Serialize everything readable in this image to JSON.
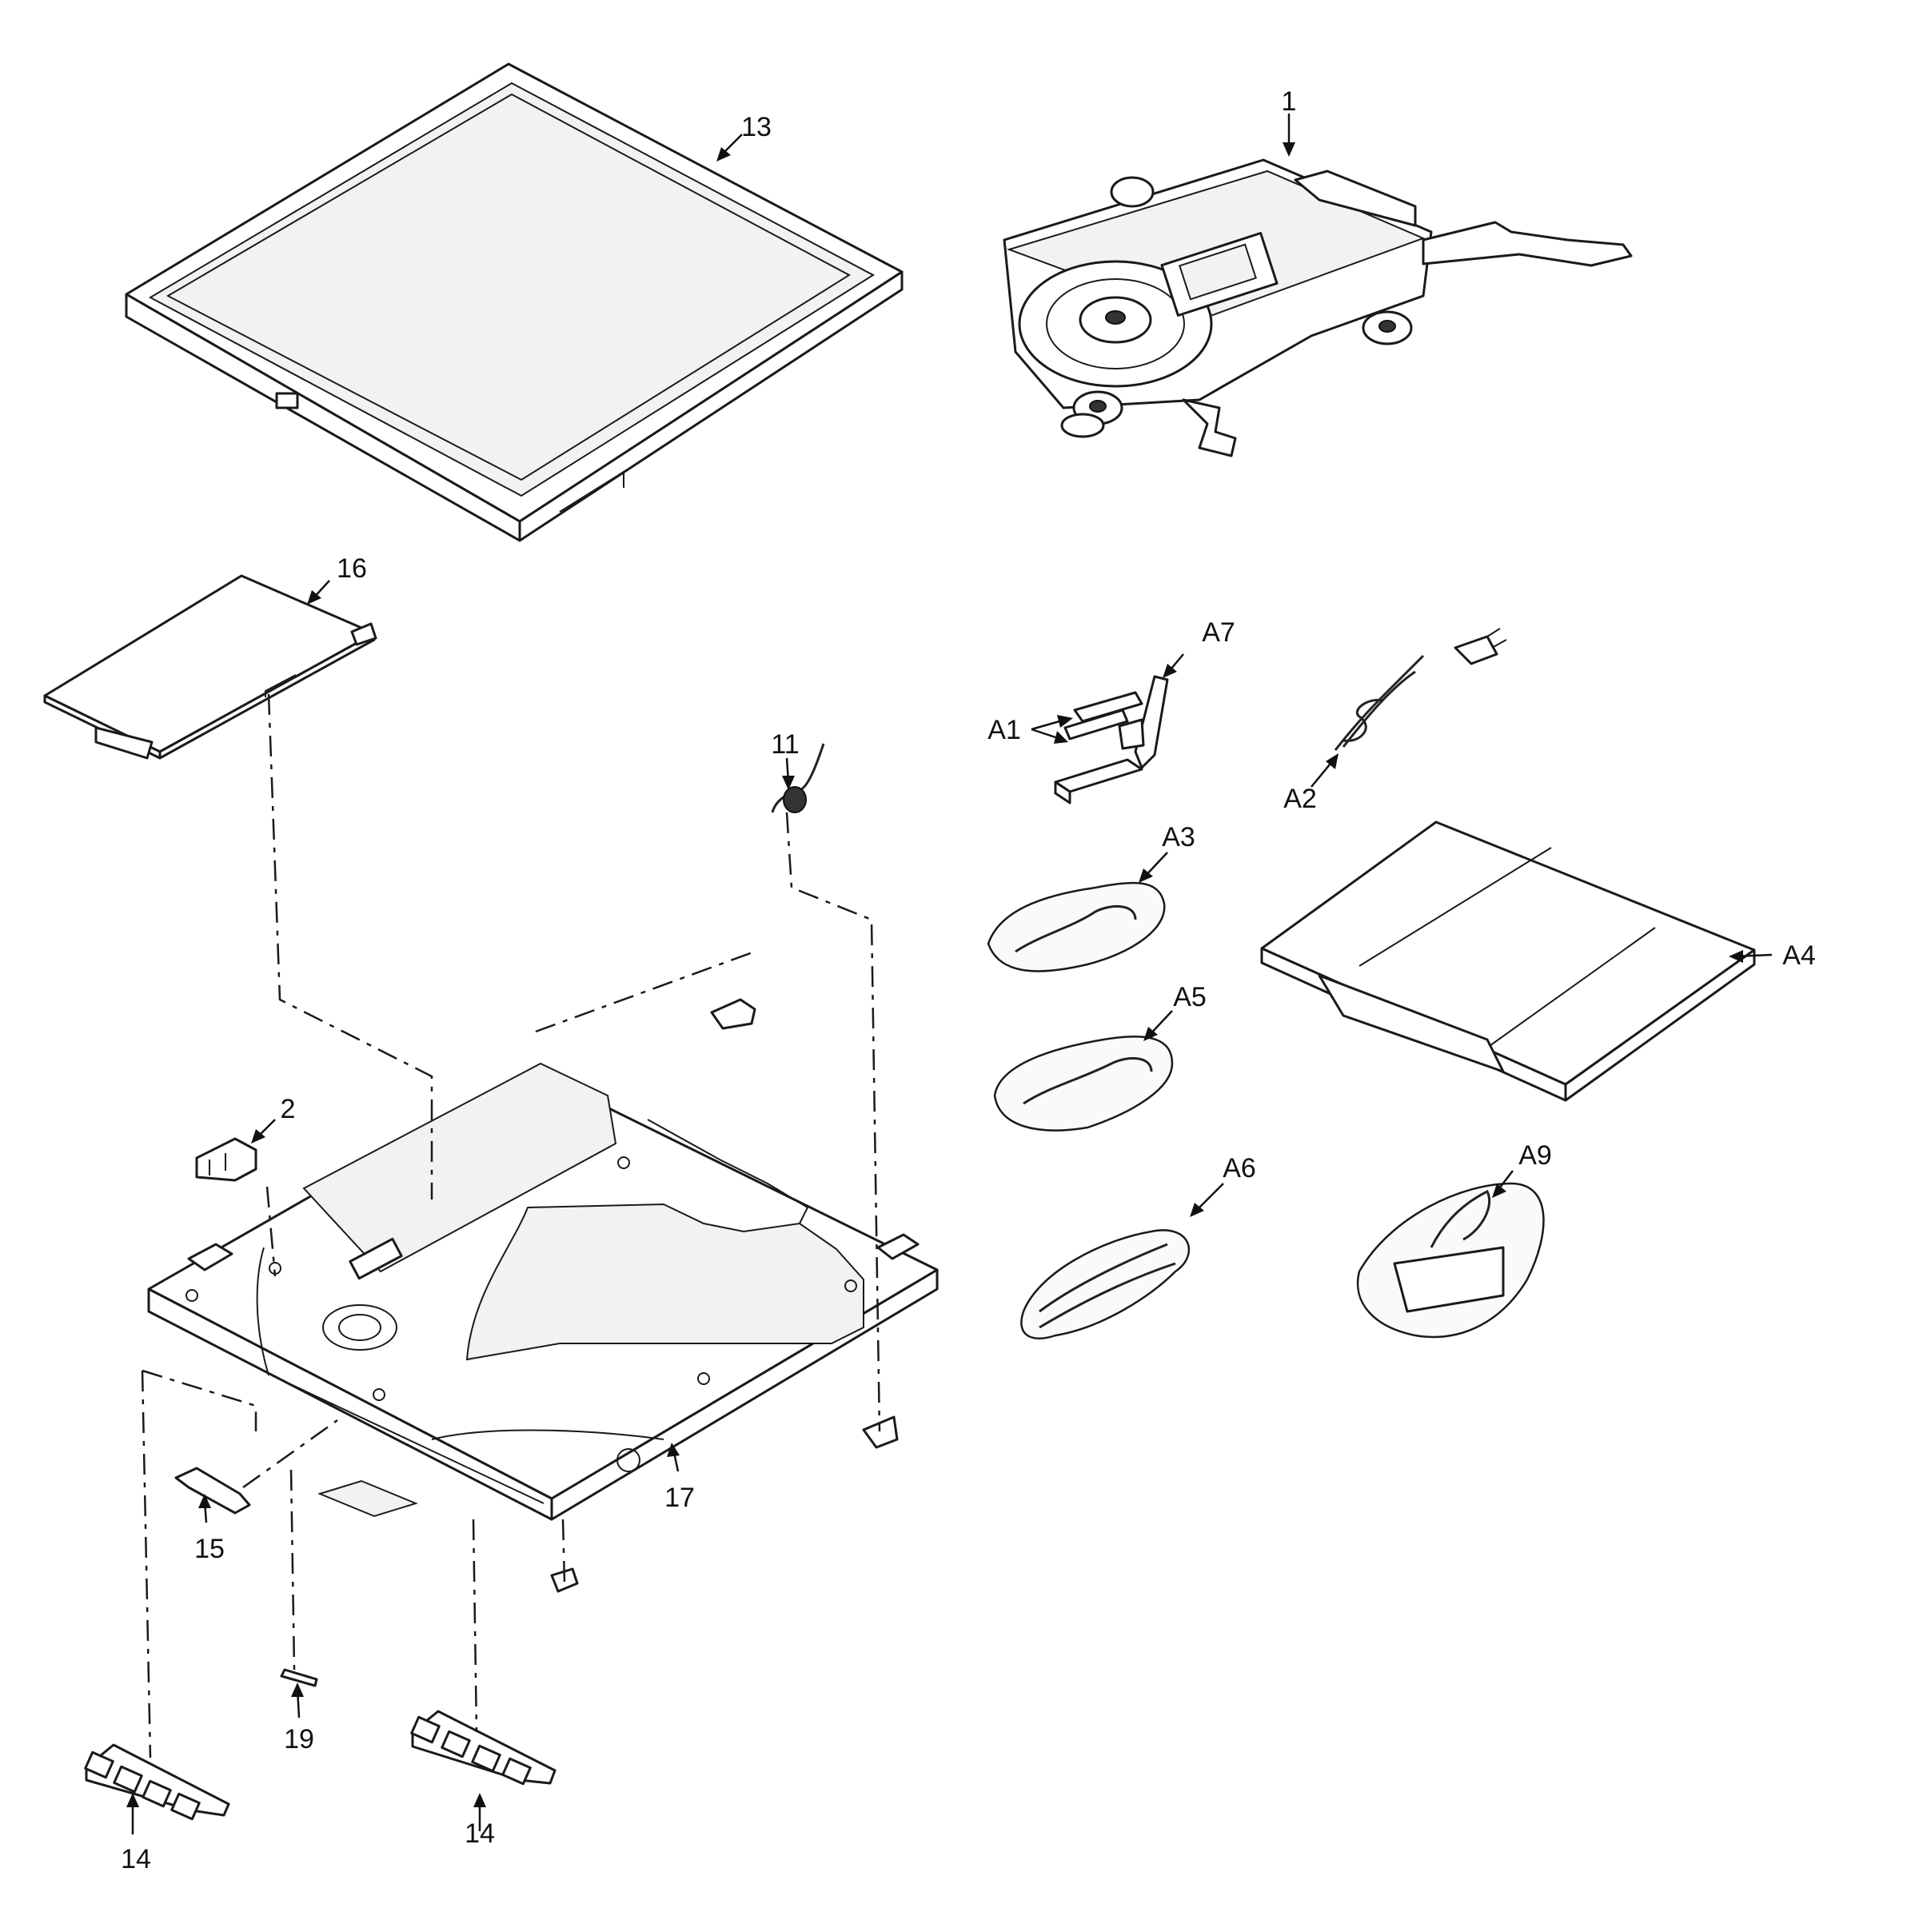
{
  "callouts": {
    "c13": "13",
    "c1": "1",
    "c16": "16",
    "c11": "11",
    "c2": "2",
    "c17": "17",
    "c15": "15",
    "c19": "19",
    "c14a": "14",
    "c14b": "14",
    "cA7": "A7",
    "cA1": "A1",
    "cA2": "A2",
    "cA3": "A3",
    "cA4": "A4",
    "cA5": "A5",
    "cA6": "A6",
    "cA9": "A9"
  }
}
